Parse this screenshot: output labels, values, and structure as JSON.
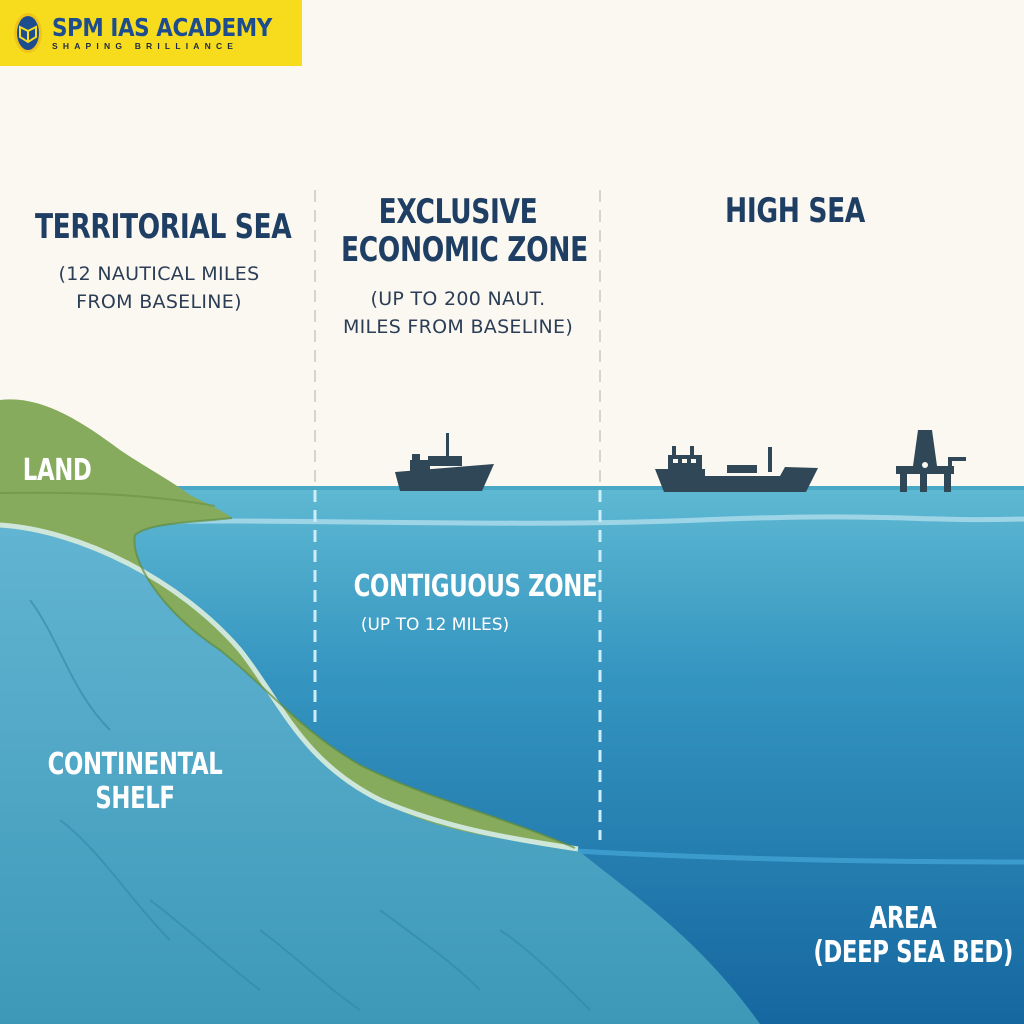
{
  "brand": {
    "name": "SPM IAS ACADEMY",
    "tagline": "SHAPING BRILLIANCE",
    "background_color": "#f7dc1e",
    "text_color": "#1d4d8f"
  },
  "zones": {
    "territorial_sea": {
      "title": "TERRITORIAL SEA",
      "sub_line1": "(12 NAUTICAL MILES",
      "sub_line2": "FROM BASELINE)"
    },
    "eez": {
      "title_line1": "EXCLUSIVE",
      "title_line2": "ECONOMIC ZONE",
      "sub_line1": "(UP TO 200 NAUT.",
      "sub_line2": "MILES FROM BASELINE)"
    },
    "high_sea": {
      "title": "HIGH SEA"
    },
    "land": {
      "title": "LAND"
    },
    "contiguous_zone": {
      "title": "CONTIGUOUS ZONE",
      "sub": "(UP TO 12 MILES)"
    },
    "continental_shelf": {
      "title_line1": "CONTINENTAL",
      "title_line2": "SHELF"
    },
    "area": {
      "title_line1": "AREA",
      "title_line2": "(DEEP SEA BED)"
    }
  },
  "icons": [
    "fishing-boat-icon",
    "cargo-ship-icon",
    "oil-rig-icon",
    "academy-emblem-icon"
  ],
  "colors": {
    "sky": "#fbf8f2",
    "shallow_water": "#5ab3cf",
    "deep_water": "#1a6fa3",
    "shelf_seabed": "#3f9cbc",
    "land_green": "#86ab5c",
    "heading_navy": "#1f3e63",
    "ship_dark": "#2f4756"
  }
}
